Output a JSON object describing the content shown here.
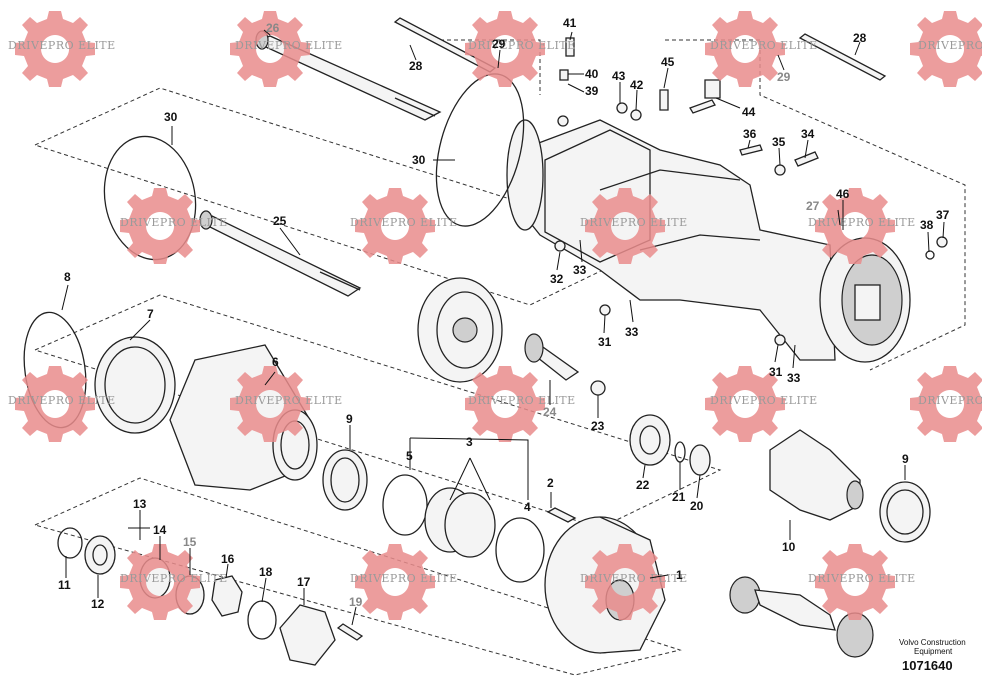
{
  "watermark": {
    "text": "DRIVEPRO ELITE",
    "color": "#e98c8c"
  },
  "caption": {
    "brand_line1": "Volvo Construction",
    "brand_line2": "Equipment",
    "document_number": "1071640"
  },
  "callouts": [
    {
      "id": "c1",
      "label": "1"
    },
    {
      "id": "c2",
      "label": "2"
    },
    {
      "id": "c3",
      "label": "3"
    },
    {
      "id": "c4",
      "label": "4"
    },
    {
      "id": "c5",
      "label": "5"
    },
    {
      "id": "c6",
      "label": "6"
    },
    {
      "id": "c7",
      "label": "7"
    },
    {
      "id": "c8",
      "label": "8"
    },
    {
      "id": "c9a",
      "label": "9"
    },
    {
      "id": "c9b",
      "label": "9"
    },
    {
      "id": "c10",
      "label": "10"
    },
    {
      "id": "c11",
      "label": "11"
    },
    {
      "id": "c12",
      "label": "12"
    },
    {
      "id": "c13",
      "label": "13"
    },
    {
      "id": "c14",
      "label": "14"
    },
    {
      "id": "c15",
      "label": "15"
    },
    {
      "id": "c16",
      "label": "16"
    },
    {
      "id": "c17",
      "label": "17"
    },
    {
      "id": "c18",
      "label": "18"
    },
    {
      "id": "c19",
      "label": "19"
    },
    {
      "id": "c20",
      "label": "20"
    },
    {
      "id": "c21",
      "label": "21"
    },
    {
      "id": "c22",
      "label": "22"
    },
    {
      "id": "c23",
      "label": "23"
    },
    {
      "id": "c24",
      "label": "24"
    },
    {
      "id": "c25",
      "label": "25"
    },
    {
      "id": "c26",
      "label": "26"
    },
    {
      "id": "c27",
      "label": "27"
    },
    {
      "id": "c28a",
      "label": "28"
    },
    {
      "id": "c28b",
      "label": "28"
    },
    {
      "id": "c29a",
      "label": "29"
    },
    {
      "id": "c29b",
      "label": "29"
    },
    {
      "id": "c30a",
      "label": "30"
    },
    {
      "id": "c30b",
      "label": "30"
    },
    {
      "id": "c31a",
      "label": "31"
    },
    {
      "id": "c31b",
      "label": "31"
    },
    {
      "id": "c32",
      "label": "32"
    },
    {
      "id": "c33a",
      "label": "33"
    },
    {
      "id": "c33b",
      "label": "33"
    },
    {
      "id": "c33c",
      "label": "33"
    },
    {
      "id": "c34",
      "label": "34"
    },
    {
      "id": "c35",
      "label": "35"
    },
    {
      "id": "c36",
      "label": "36"
    },
    {
      "id": "c37",
      "label": "37"
    },
    {
      "id": "c38",
      "label": "38"
    },
    {
      "id": "c39",
      "label": "39"
    },
    {
      "id": "c40",
      "label": "40"
    },
    {
      "id": "c41",
      "label": "41"
    },
    {
      "id": "c42",
      "label": "42"
    },
    {
      "id": "c43",
      "label": "43"
    },
    {
      "id": "c44",
      "label": "44"
    },
    {
      "id": "c45",
      "label": "45"
    },
    {
      "id": "c46",
      "label": "46"
    }
  ]
}
